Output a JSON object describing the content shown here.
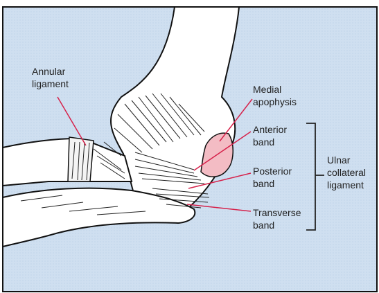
{
  "colors": {
    "background": "#cfdff0",
    "bone": "#ffffff",
    "outline": "#111111",
    "leader": "#d6224b",
    "apophysis": "#f3bcc4"
  },
  "labels": {
    "annular_ligament": [
      "Annular",
      "ligament"
    ],
    "medial_apophysis": [
      "Medial",
      "apophysis"
    ],
    "anterior_band": [
      "Anterior",
      "band"
    ],
    "posterior_band": [
      "Posterior",
      "band"
    ],
    "transverse_band": [
      "Transverse",
      "band"
    ],
    "ulnar_collateral_ligament": [
      "Ulnar",
      "collateral",
      "ligament"
    ]
  }
}
